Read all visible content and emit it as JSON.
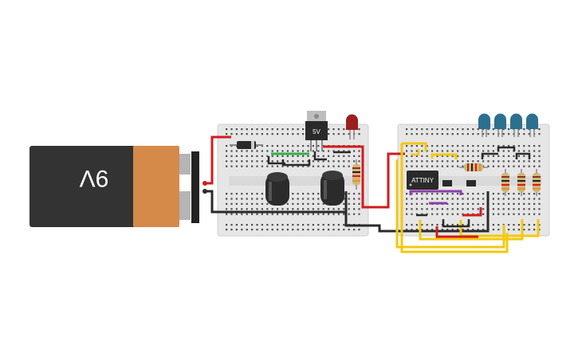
{
  "battery": {
    "label": "9V",
    "body_color": "#333333",
    "cap_color": "#d58a4a"
  },
  "regulator": {
    "label": "5V"
  },
  "chip": {
    "label": "ATTINY"
  },
  "colors": {
    "breadboard": "#e6e6e6",
    "hole": "#4d4d4d",
    "wire_red": "#d21c1c",
    "wire_black": "#2a2a2a",
    "wire_yellow": "#f2c80f",
    "wire_green": "#33b24a",
    "wire_purple": "#8c3fa8",
    "led_red": "#9c1f1f",
    "led_blue": "#2d6f8f",
    "capacitor": "#2b2b2b"
  },
  "leds": {
    "red_count": 1,
    "blue_count": 4
  }
}
